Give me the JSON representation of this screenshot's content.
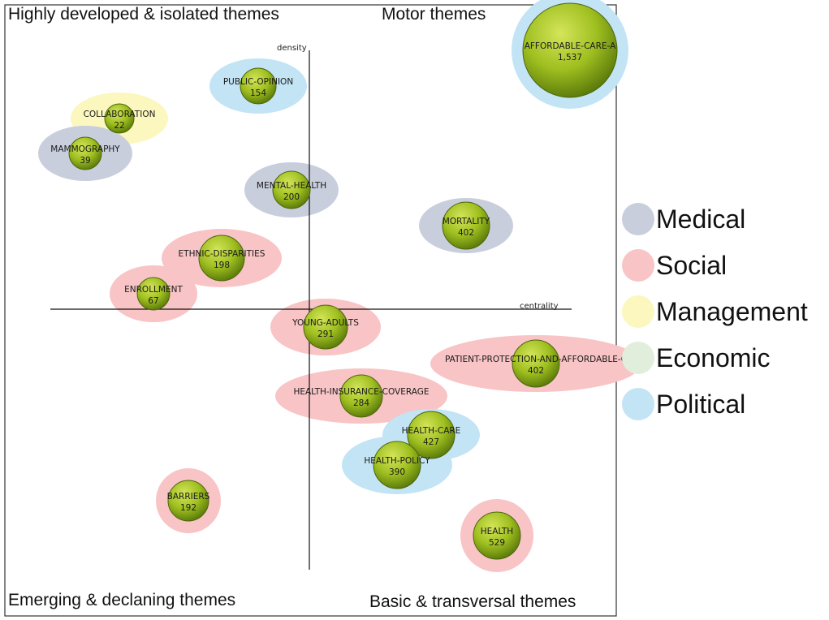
{
  "chart_data": {
    "type": "scatter",
    "axes": {
      "x_label": "centrality",
      "y_label": "density"
    },
    "quadrants": {
      "top_left": "Highly developed & isolated themes",
      "top_right": "Motor themes",
      "bottom_left": "Emerging & declaning themes",
      "bottom_right": "Basic & transversal themes"
    },
    "categories": [
      {
        "name": "Medical",
        "color": "#c9cedd"
      },
      {
        "name": "Social",
        "color": "#f8c4c6"
      },
      {
        "name": "Management",
        "color": "#fbf7be"
      },
      {
        "name": "Economic",
        "color": "#e1eedc"
      },
      {
        "name": "Political",
        "color": "#c2e4f4"
      }
    ],
    "themes": [
      {
        "label": "AFFORDABLE-CARE-A",
        "value": "1,537",
        "category": "Political"
      },
      {
        "label": "PUBLIC-OPINION",
        "value": "154",
        "category": "Political"
      },
      {
        "label": "COLLABORATION",
        "value": "22",
        "category": "Management"
      },
      {
        "label": "MAMMOGRAPHY",
        "value": "39",
        "category": "Medical"
      },
      {
        "label": "MENTAL-HEALTH",
        "value": "200",
        "category": "Medical"
      },
      {
        "label": "MORTALITY",
        "value": "402",
        "category": "Medical"
      },
      {
        "label": "ETHNIC-DISPARITIES",
        "value": "198",
        "category": "Social"
      },
      {
        "label": "ENROLLMENT",
        "value": "67",
        "category": "Social"
      },
      {
        "label": "YOUNG-ADULTS",
        "value": "291",
        "category": "Social"
      },
      {
        "label": "PATIENT-PROTECTION-AND-AFFORDABLE-C",
        "value": "402",
        "category": "Social"
      },
      {
        "label": "HEALTH-INSURANCE-COVERAGE",
        "value": "284",
        "category": "Social"
      },
      {
        "label": "HEALTH-CARE",
        "value": "427",
        "category": "Political"
      },
      {
        "label": "HEALTH-POLICY",
        "value": "390",
        "category": "Political"
      },
      {
        "label": "BARRIERS",
        "value": "192",
        "category": "Social"
      },
      {
        "label": "HEALTH",
        "value": "529",
        "category": "Social"
      }
    ]
  }
}
